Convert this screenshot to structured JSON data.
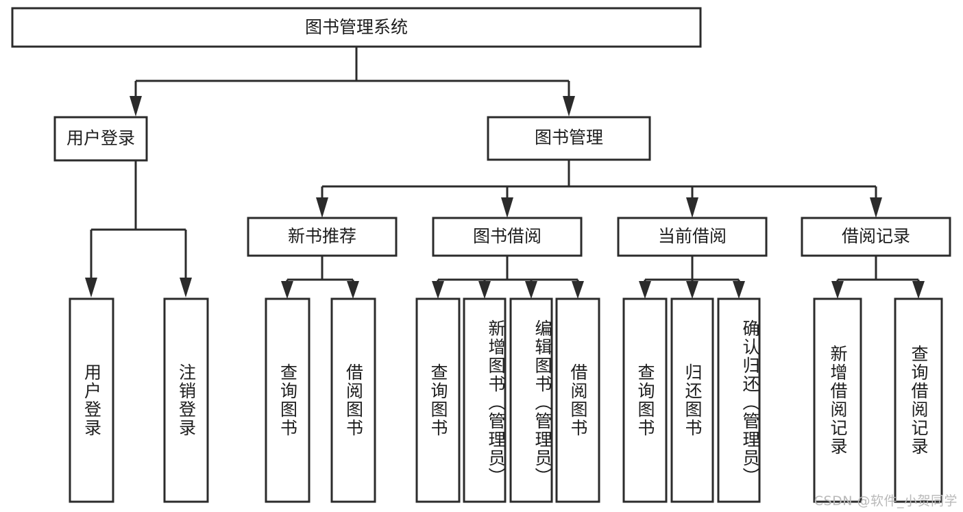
{
  "diagram": {
    "type": "tree-hierarchy",
    "title": "图书管理系统",
    "root": {
      "id": "root",
      "label": "图书管理系统",
      "orientation": "horizontal"
    },
    "level2": [
      {
        "id": "user-login",
        "label": "用户登录",
        "orientation": "horizontal"
      },
      {
        "id": "book-management",
        "label": "图书管理",
        "orientation": "horizontal"
      }
    ],
    "level3": [
      {
        "id": "new-book-recommend",
        "label": "新书推荐",
        "orientation": "horizontal",
        "parent": "book-management"
      },
      {
        "id": "book-borrow",
        "label": "图书借阅",
        "orientation": "horizontal",
        "parent": "book-management"
      },
      {
        "id": "current-borrow",
        "label": "当前借阅",
        "orientation": "horizontal",
        "parent": "book-management"
      },
      {
        "id": "borrow-record",
        "label": "借阅记录",
        "orientation": "horizontal",
        "parent": "book-management"
      }
    ],
    "leaves": [
      {
        "id": "leaf-user-login",
        "label": "用户登录",
        "orientation": "vertical",
        "parent": "user-login"
      },
      {
        "id": "leaf-logout-login",
        "label": "注销登录",
        "orientation": "vertical",
        "parent": "user-login"
      },
      {
        "id": "leaf-query-book-1",
        "label": "查询图书",
        "orientation": "vertical",
        "parent": "new-book-recommend"
      },
      {
        "id": "leaf-borrow-book-1",
        "label": "借阅图书",
        "orientation": "vertical",
        "parent": "new-book-recommend"
      },
      {
        "id": "leaf-query-book-2",
        "label": "查询图书",
        "orientation": "vertical",
        "parent": "book-borrow"
      },
      {
        "id": "leaf-add-book",
        "label": "新增图书（管理员）",
        "orientation": "vertical",
        "parent": "book-borrow"
      },
      {
        "id": "leaf-edit-book",
        "label": "编辑图书（管理员）",
        "orientation": "vertical",
        "parent": "book-borrow"
      },
      {
        "id": "leaf-borrow-book-2",
        "label": "借阅图书",
        "orientation": "vertical",
        "parent": "book-borrow"
      },
      {
        "id": "leaf-query-book-3",
        "label": "查询图书",
        "orientation": "vertical",
        "parent": "current-borrow"
      },
      {
        "id": "leaf-return-book",
        "label": "归还图书",
        "orientation": "vertical",
        "parent": "current-borrow"
      },
      {
        "id": "leaf-confirm-return",
        "label": "确认归还（管理员）",
        "orientation": "vertical",
        "parent": "current-borrow"
      },
      {
        "id": "leaf-add-record",
        "label": "新增借阅记录",
        "orientation": "vertical",
        "parent": "borrow-record"
      },
      {
        "id": "leaf-query-record",
        "label": "查询借阅记录",
        "orientation": "vertical",
        "parent": "borrow-record"
      }
    ],
    "colors": {
      "stroke": "#2b2b2b",
      "fill": "#ffffff",
      "text": "#1d1d1d",
      "watermark": "#b9b9b9"
    }
  },
  "watermark": {
    "text": "CSDN @软件_小贺同学"
  }
}
